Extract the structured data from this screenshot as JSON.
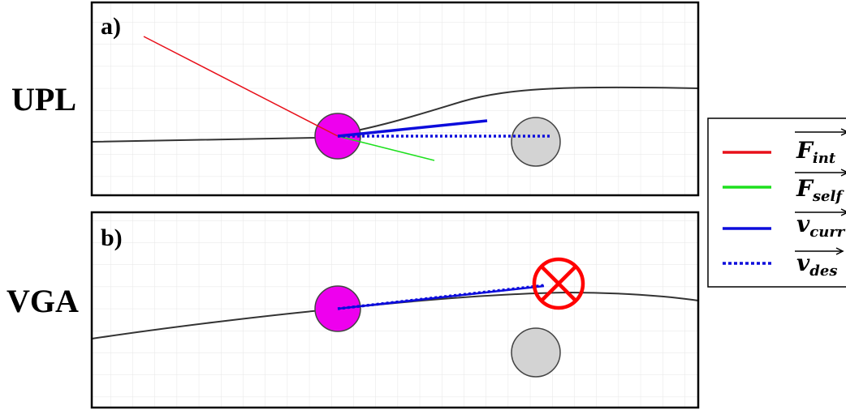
{
  "row_labels": {
    "top": "UPL",
    "bottom": "VGA"
  },
  "panels": [
    {
      "label": "a)"
    },
    {
      "label": "b)"
    }
  ],
  "legend": [
    {
      "symbol": "F",
      "subscript": "int",
      "color": "#e8101a",
      "style": "solid"
    },
    {
      "symbol": "F",
      "subscript": "self",
      "color": "#1ee01e",
      "style": "solid"
    },
    {
      "symbol": "v",
      "subscript": "curr",
      "color": "#0c0cdc",
      "style": "solid"
    },
    {
      "symbol": "v",
      "subscript": "des",
      "color": "#0c0cdc",
      "style": "dotted"
    }
  ],
  "colors": {
    "agent": "#ee00ee",
    "obstacle": "#d3d3d3",
    "path": "#333333",
    "grid": "#e6e6e6",
    "blocked_marker": "#ff0000"
  },
  "icons": {
    "blocked": "crossed-circle-icon"
  }
}
